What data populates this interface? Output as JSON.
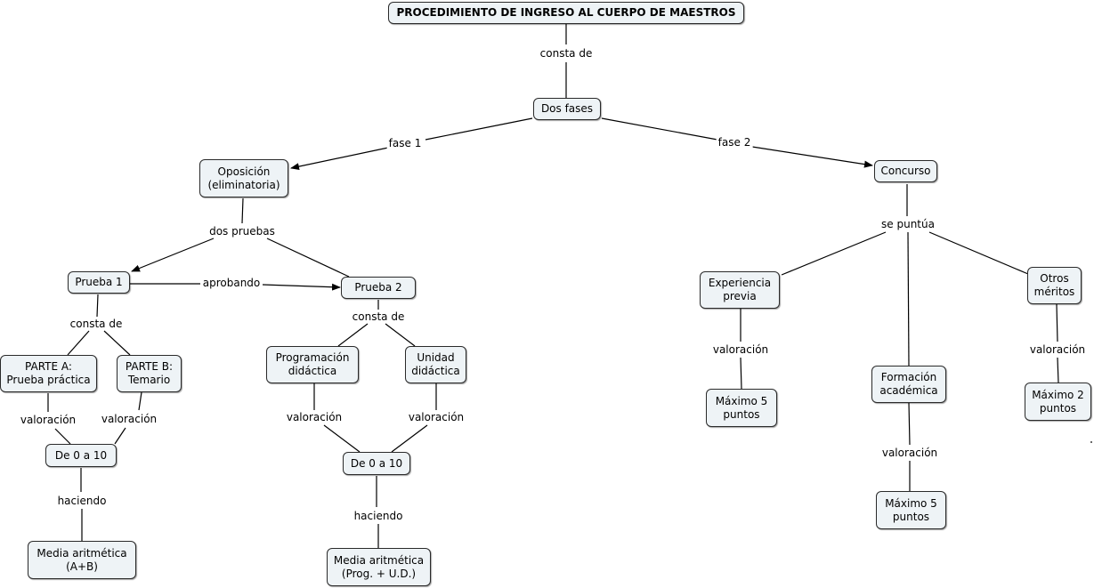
{
  "map": {
    "title": "PROCEDIMIENTO DE INGRESO AL CUERPO DE MAESTROS",
    "nodes": {
      "dos_fases": "Dos fases",
      "oposicion": "Oposición\n(eliminatoria)",
      "concurso": "Concurso",
      "prueba1": "Prueba 1",
      "prueba2": "Prueba 2",
      "parte_a": "PARTE A:\nPrueba práctica",
      "parte_b": "PARTE B:\nTemario",
      "de0a10_1": "De 0 a 10",
      "media1": "Media aritmética\n(A+B)",
      "programacion": "Programación\ndidáctica",
      "unidad": "Unidad\ndidáctica",
      "de0a10_2": "De 0 a 10",
      "media2": "Media aritmética\n(Prog. + U.D.)",
      "experiencia": "Experiencia\nprevia",
      "formacion": "Formación\nacadémica",
      "otros": "Otros\nméritos",
      "max5_exp": "Máximo 5\npuntos",
      "max5_form": "Máximo 5\npuntos",
      "max2": "Máximo 2\npuntos"
    },
    "links": {
      "consta_de_1": "consta de",
      "fase_1": "fase 1",
      "fase_2": "fase 2",
      "dos_pruebas": "dos pruebas",
      "aprobando": "aprobando",
      "consta_de_2": "consta de",
      "consta_de_3": "consta de",
      "valoracion_a": "valoración",
      "valoracion_b": "valoración",
      "haciendo_1": "haciendo",
      "valoracion_prog": "valoración",
      "valoracion_ud": "valoración",
      "haciendo_2": "haciendo",
      "se_puntua": "se puntúa",
      "valoracion_exp": "valoración",
      "valoracion_form": "valoración",
      "valoracion_otros": "valoración"
    }
  }
}
